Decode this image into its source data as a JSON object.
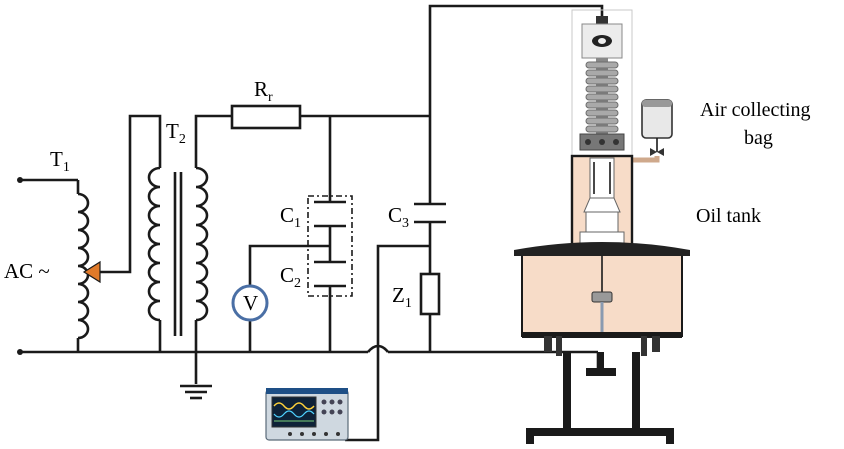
{
  "labels": {
    "t1": {
      "main": "T",
      "sub": "1"
    },
    "t2": {
      "main": "T",
      "sub": "2"
    },
    "rr": {
      "main": "R",
      "sub": "r"
    },
    "c1": {
      "main": "C",
      "sub": "1"
    },
    "c2": {
      "main": "C",
      "sub": "2"
    },
    "c3": {
      "main": "C",
      "sub": "3"
    },
    "z1": {
      "main": "Z",
      "sub": "1"
    },
    "ac": "AC ~",
    "voltmeter": "V",
    "air_bag_line1": "Air collecting",
    "air_bag_line2": "bag",
    "oil_tank": "Oil tank"
  },
  "colors": {
    "wire": "#1a1a1a",
    "tap_arrow": "#e07a2a",
    "tank_fill": "#f7dcc8",
    "voltmeter_ring": "#4a6fa5",
    "scope_body": "#cfd8e0"
  },
  "icons": [
    "ground-icon",
    "voltmeter-icon",
    "oscilloscope-icon",
    "bushing-icon",
    "air-bag-icon"
  ]
}
